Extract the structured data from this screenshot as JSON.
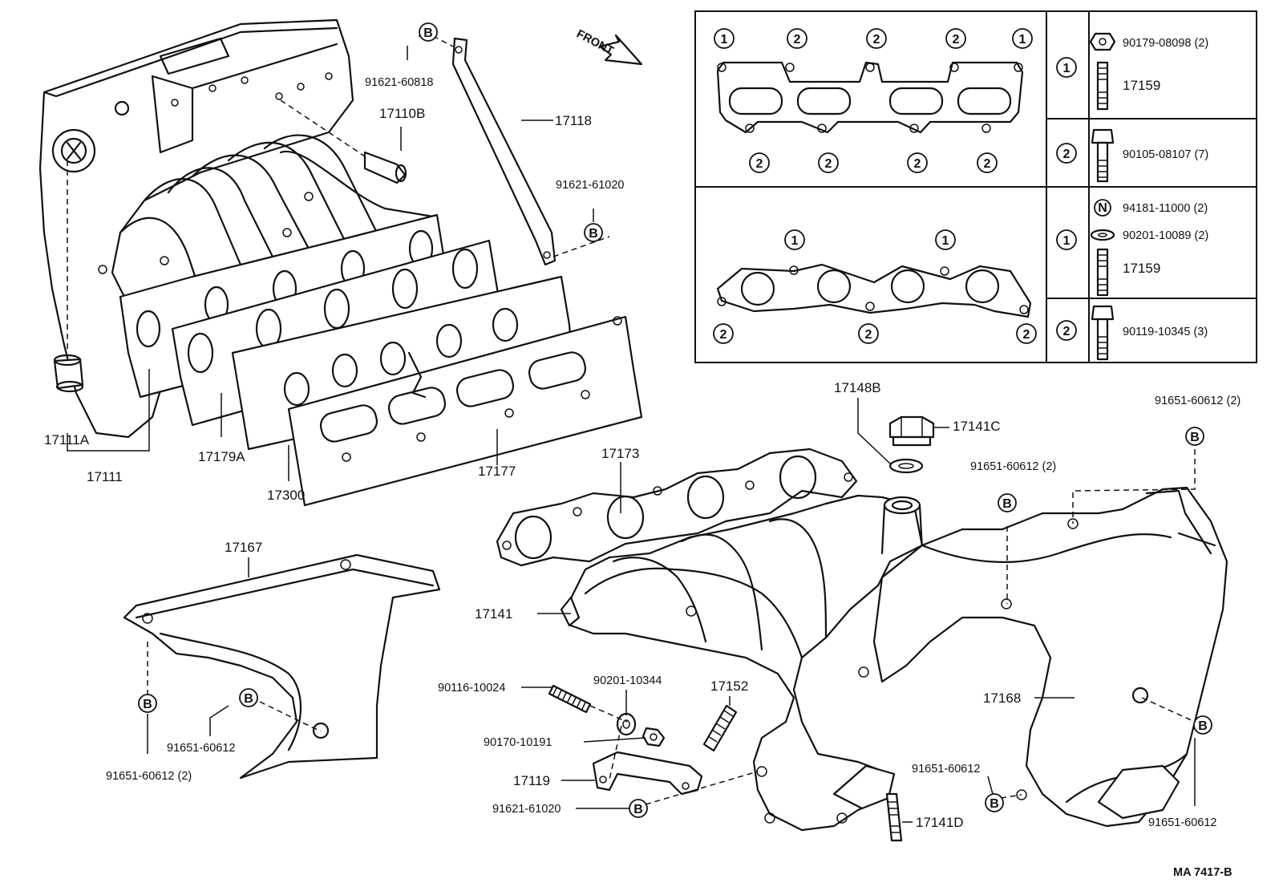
{
  "diagram_code": "MA 7417-B",
  "direction_label": "FRONT",
  "marks": {
    "b": "B",
    "n": "N",
    "one": "1",
    "two": "2"
  },
  "callouts": {
    "p91621_60818": "91621-60818",
    "p17110b": "17110B",
    "p17118": "17118",
    "p91621_61020_top": "91621-61020",
    "p17111a": "17111A",
    "p17111": "17111",
    "p17179a": "17179A",
    "p17300": "17300",
    "p17177": "17177",
    "p17173": "17173",
    "p17148b": "17148B",
    "p17141c": "17141C",
    "p91651_60612_2_right": "91651-60612 (2)",
    "p91651_60612_2_mid": "91651-60612 (2)",
    "p17167": "17167",
    "p17141": "17141",
    "p90116_10024": "90116-10024",
    "p90201_10344": "90201-10344",
    "p17152": "17152",
    "p90170_10191": "90170-10191",
    "p17119": "17119",
    "p91621_61020_bot": "91621-61020",
    "p17141d": "17141D",
    "p17168": "17168",
    "p91651_60612_lower_mid": "91651-60612",
    "p91651_60612_lower_right": "91651-60612",
    "p91651_60612_shield": "91651-60612",
    "p91651_60612_2_shield": "91651-60612 (2)"
  },
  "inset_table": {
    "rows": [
      {
        "mark": "1",
        "part": "90179-08098 (2)"
      },
      {
        "mark": "",
        "part": "17159"
      },
      {
        "mark": "2",
        "part": "90105-08107 (7)"
      },
      {
        "mark": "1",
        "part": "94181-11000 (2)"
      },
      {
        "mark": "",
        "part": "90201-10089 (2)"
      },
      {
        "mark": "",
        "part": "17159"
      },
      {
        "mark": "2",
        "part": "90119-10345 (3)"
      }
    ]
  }
}
